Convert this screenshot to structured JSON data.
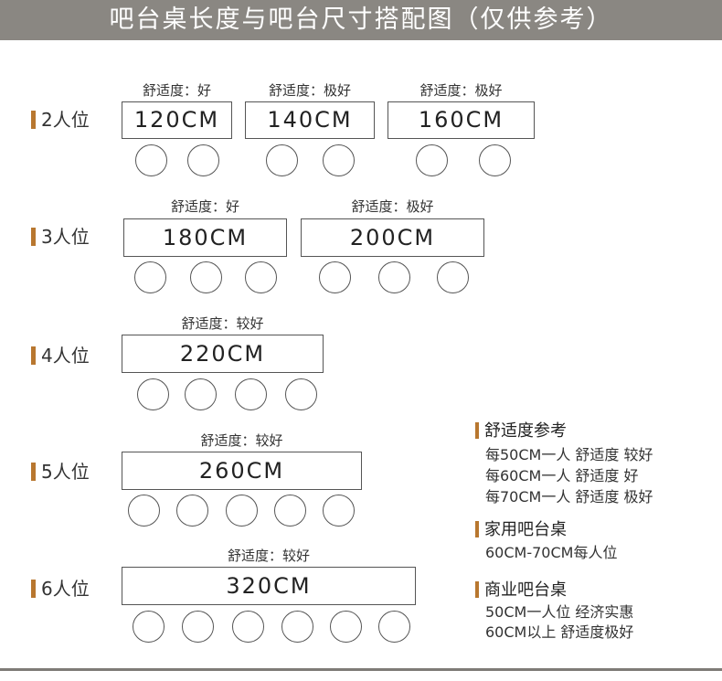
{
  "header": {
    "title": "吧台桌长度与吧台尺寸搭配图（仅供参考）"
  },
  "rows": [
    {
      "label": "2人位",
      "tables": [
        {
          "comfort": "舒适度：好",
          "size": "120CM",
          "seats": 2
        },
        {
          "comfort": "舒适度：极好",
          "size": "140CM",
          "seats": 2
        },
        {
          "comfort": "舒适度：极好",
          "size": "160CM",
          "seats": 2
        }
      ]
    },
    {
      "label": "3人位",
      "tables": [
        {
          "comfort": "舒适度：好",
          "size": "180CM",
          "seats": 3
        },
        {
          "comfort": "舒适度：极好",
          "size": "200CM",
          "seats": 3
        }
      ]
    },
    {
      "label": "4人位",
      "tables": [
        {
          "comfort": "舒适度：较好",
          "size": "220CM",
          "seats": 4
        }
      ]
    },
    {
      "label": "5人位",
      "tables": [
        {
          "comfort": "舒适度：较好",
          "size": "260CM",
          "seats": 5
        }
      ]
    },
    {
      "label": "6人位",
      "tables": [
        {
          "comfort": "舒适度：较好",
          "size": "320CM",
          "seats": 6
        }
      ]
    }
  ],
  "notes": [
    {
      "title": "舒适度参考",
      "lines": [
        "每50CM一人 舒适度 较好",
        "每60CM一人 舒适度 好",
        "每70CM一人 舒适度 极好"
      ]
    },
    {
      "title": "家用吧台桌",
      "lines": [
        "60CM-70CM每人位"
      ]
    },
    {
      "title": "商业吧台桌",
      "lines": [
        "50CM一人位 经济实惠",
        "60CM以上 舒适度极好"
      ]
    }
  ],
  "colors": {
    "header_bg": "#8a8782",
    "accent_bar": "#b8772f",
    "outline": "#555555"
  }
}
